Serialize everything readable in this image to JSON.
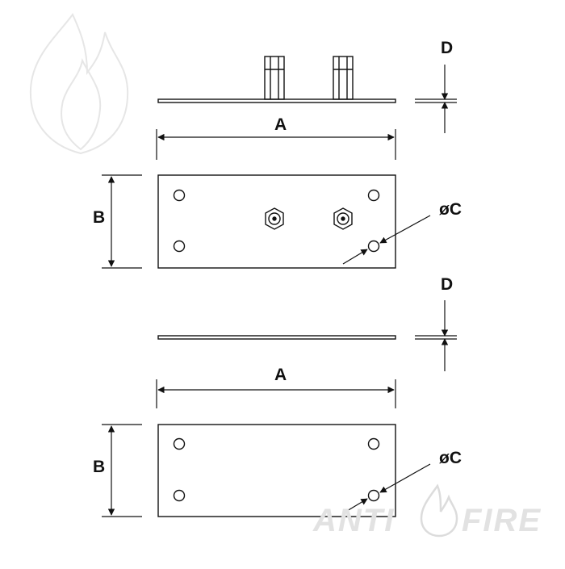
{
  "dimensions": {
    "top_view": {
      "length_label": "A",
      "width_label": "B",
      "hole_label": "øC",
      "thickness_label": "D"
    },
    "bottom_view": {
      "length_label": "A",
      "width_label": "B",
      "hole_label": "øC",
      "thickness_label": "D"
    }
  },
  "watermark": {
    "left": "ANTI",
    "right": "FIRE"
  },
  "colors": {
    "line": "#111111",
    "watermark": "#e2e2e2"
  }
}
